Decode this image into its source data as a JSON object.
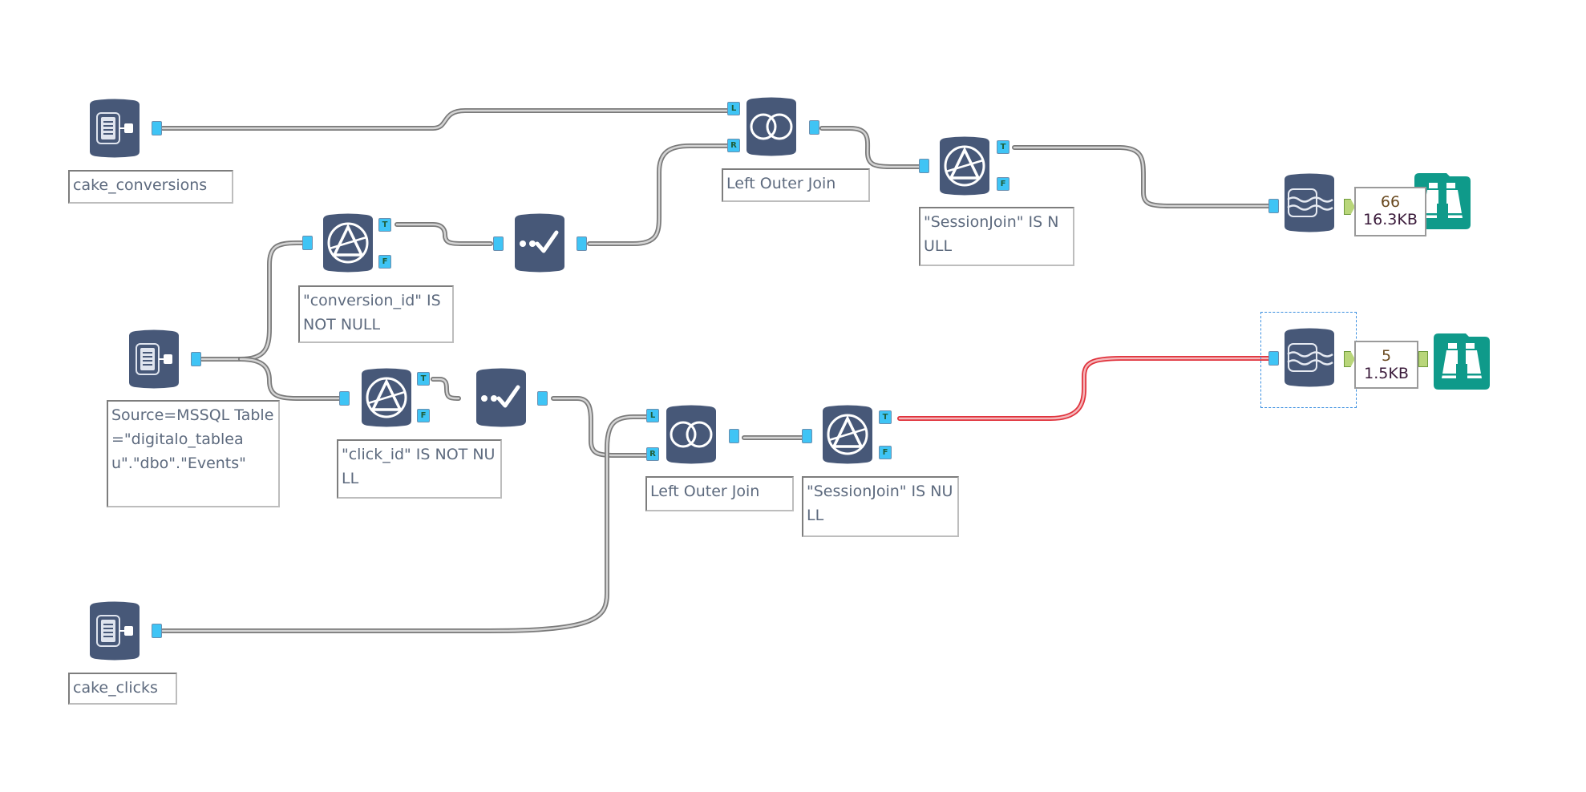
{
  "canvas": {
    "title": "Alteryx workflow canvas"
  },
  "tools": {
    "input_conversions": {
      "type": "input-data",
      "label": "cake_conversions"
    },
    "input_events": {
      "type": "input-data",
      "label": "Source=MSSQL Table=\"digitalo_tableau\".\"dbo\".\"Events\""
    },
    "input_clicks": {
      "type": "input-data",
      "label": "cake_clicks"
    },
    "filter_conversion": {
      "type": "filter",
      "label": "\"conversion_id\" IS NOT NULL"
    },
    "filter_click": {
      "type": "filter",
      "label": "\"click_id\" IS NOT NULL"
    },
    "select_top": {
      "type": "select"
    },
    "select_bottom": {
      "type": "select"
    },
    "join_top": {
      "type": "join",
      "label": "Left Outer Join"
    },
    "join_bottom": {
      "type": "join",
      "label": "Left Outer Join"
    },
    "filter_session_top": {
      "type": "filter",
      "label": "\"SessionJoin\" IS NULL"
    },
    "filter_session_bottom": {
      "type": "filter",
      "label": "\"SessionJoin\" IS NULL"
    },
    "dynamic_top": {
      "type": "data-cleansing"
    },
    "dynamic_bottom": {
      "type": "data-cleansing",
      "selected": true
    },
    "browse_top": {
      "type": "browse"
    },
    "browse_bottom": {
      "type": "browse"
    }
  },
  "anchors": {
    "left": "L",
    "right": "R",
    "true": "T",
    "false": "F"
  },
  "record_counts": {
    "top": {
      "records": "66",
      "size": "16.3KB"
    },
    "bottom": {
      "records": "5",
      "size": "1.5KB"
    }
  },
  "colors": {
    "tool_body": "#475878",
    "anchor": "#3fc4f5",
    "wire": "#8a8a8a",
    "wire_highlight": "#e0323c",
    "browse": "#0f9a8a",
    "selection": "#3b8fe0"
  }
}
